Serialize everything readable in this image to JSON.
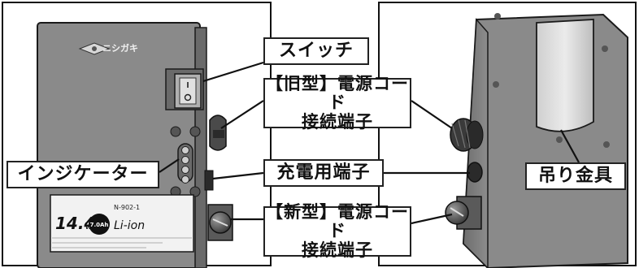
{
  "brand": {
    "logo_text": "ニシガキ",
    "model": "N-902-1",
    "voltage": "14.4",
    "voltage_unit": "V",
    "capacity": "7.0Ah",
    "chemistry": "Li-ion"
  },
  "labels": {
    "switch": "スイッチ",
    "old_connector_line1": "【旧型】電源コード",
    "old_connector_line2": "接続端子",
    "indicator": "インジケーター",
    "charge_port": "充電用端子",
    "new_connector_line1": "【新型】電源コード",
    "new_connector_line2": "接続端子",
    "hanger": "吊り金具"
  },
  "colors": {
    "body": "#8a8a8a",
    "body_dark": "#5a5a5a",
    "outline": "#1a1a1a",
    "label_border": "#222222"
  }
}
